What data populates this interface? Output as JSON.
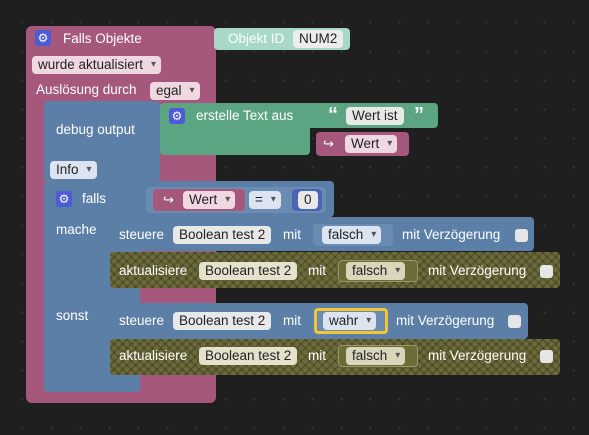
{
  "main": {
    "trigger_label": "Falls Objekte",
    "object_id_label": "Objekt ID",
    "object_id_value": "NUM2",
    "updated_option": "wurde aktualisiert",
    "trigger_by_label": "Auslösung durch",
    "trigger_by_option": "egal"
  },
  "debug": {
    "label": "debug output",
    "level": "Info",
    "text_label": "erstelle Text aus",
    "quote_open": "“",
    "text_value": "Wert ist",
    "quote_close": "”",
    "var_name": "Wert"
  },
  "if_block": {
    "label": "falls",
    "var_name": "Wert",
    "operator": "=",
    "compare_value": "0",
    "then_label": "mache",
    "else_label": "sonst"
  },
  "actions": [
    {
      "verb": "steuere",
      "state": "Boolean test 2",
      "mit": "mit",
      "value": "falsch",
      "delay": "mit Verzögerung"
    },
    {
      "verb": "aktualisiere",
      "state": "Boolean test 2",
      "mit": "mit",
      "value": "falsch",
      "delay": "mit Verzögerung"
    },
    {
      "verb": "steuere",
      "state": "Boolean test 2",
      "mit": "mit",
      "value": "wahr",
      "delay": "mit Verzögerung"
    },
    {
      "verb": "aktualisiere",
      "state": "Boolean test 2",
      "mit": "mit",
      "value": "falsch",
      "delay": "mit Verzögerung"
    }
  ],
  "colors": {
    "event_block": "#a5587b",
    "logic_block": "#5b7fa6",
    "text_block": "#5ba583",
    "disabled_block": "#6e6b3a",
    "selected_outline": "#f2c531"
  }
}
